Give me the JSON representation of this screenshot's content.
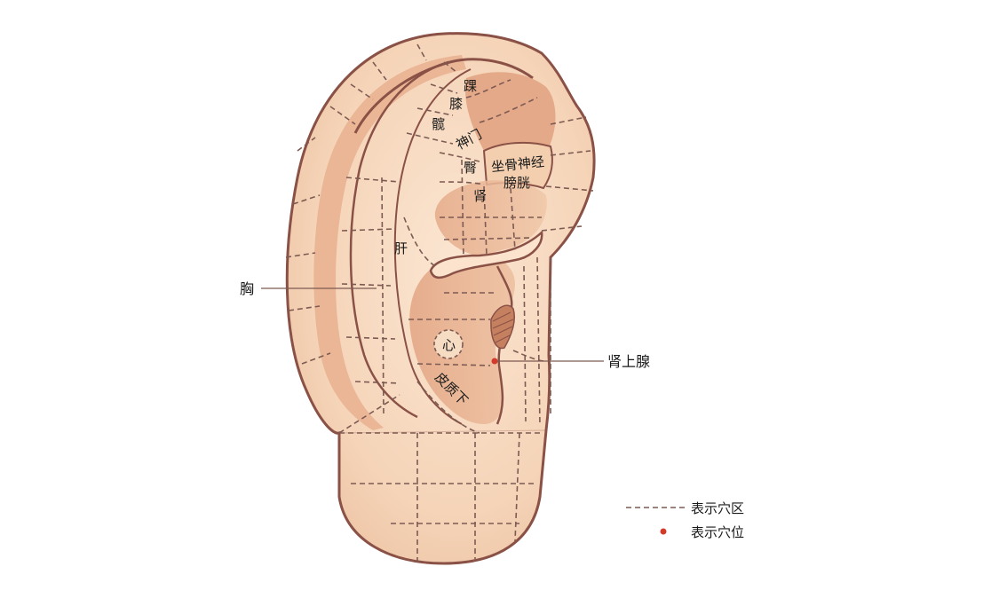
{
  "labels": {
    "huai": "踝",
    "xi": "膝",
    "kuan": "髋",
    "shenmen": "神门",
    "tun": "臀",
    "zuogushenjing": "坐骨神经",
    "pangguang": "膀胱",
    "shen": "肾",
    "gan": "肝",
    "xin": "心",
    "pizhixia": "皮质下"
  },
  "callouts": {
    "xiong": "胸",
    "shenshangxian": "肾上腺"
  },
  "legend": {
    "zone_label": "表示穴区",
    "point_label": "表示穴位"
  },
  "colors": {
    "outline": "#8a5146",
    "dashed": "#7d5a52",
    "skin_light": "#f8ddc4",
    "skin_mid": "#efc0a0",
    "skin_dark": "#dd9c7c",
    "point": "#d23a2c"
  }
}
